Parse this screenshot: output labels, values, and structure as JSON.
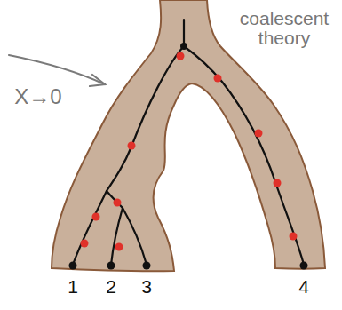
{
  "diagram": {
    "labels": [
      "coalescent theory",
      "X→0",
      "1",
      "2",
      "3",
      "4"
    ]
  }
}
